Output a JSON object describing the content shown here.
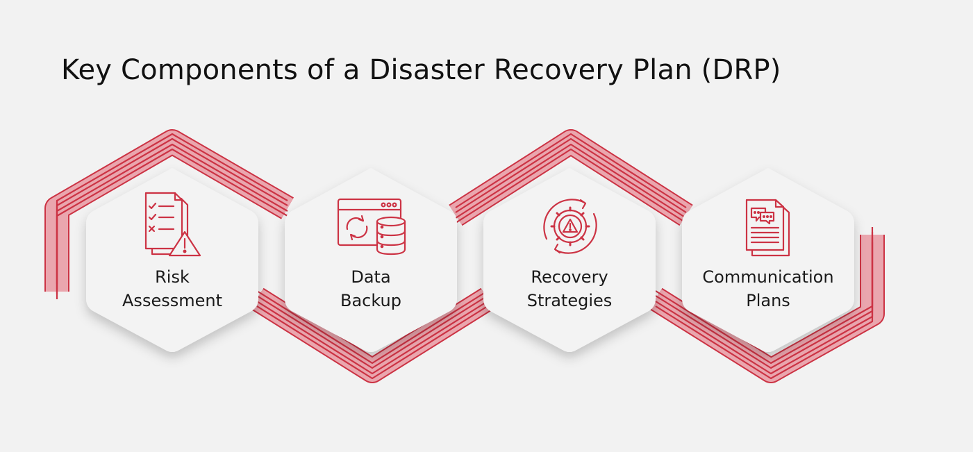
{
  "title": "Key Components of a Disaster Recovery Plan (DRP)",
  "accent_color": "#cc3344",
  "band_fill_color": "#eaa6ae",
  "components": [
    {
      "line1": "Risk",
      "line2": "Assessment",
      "icon": "checklist-warning-icon"
    },
    {
      "line1": "Data",
      "line2": "Backup",
      "icon": "browser-database-sync-icon"
    },
    {
      "line1": "Recovery",
      "line2": "Strategies",
      "icon": "gear-warning-cycle-icon"
    },
    {
      "line1": "Communication",
      "line2": "Plans",
      "icon": "document-chat-icon"
    }
  ]
}
